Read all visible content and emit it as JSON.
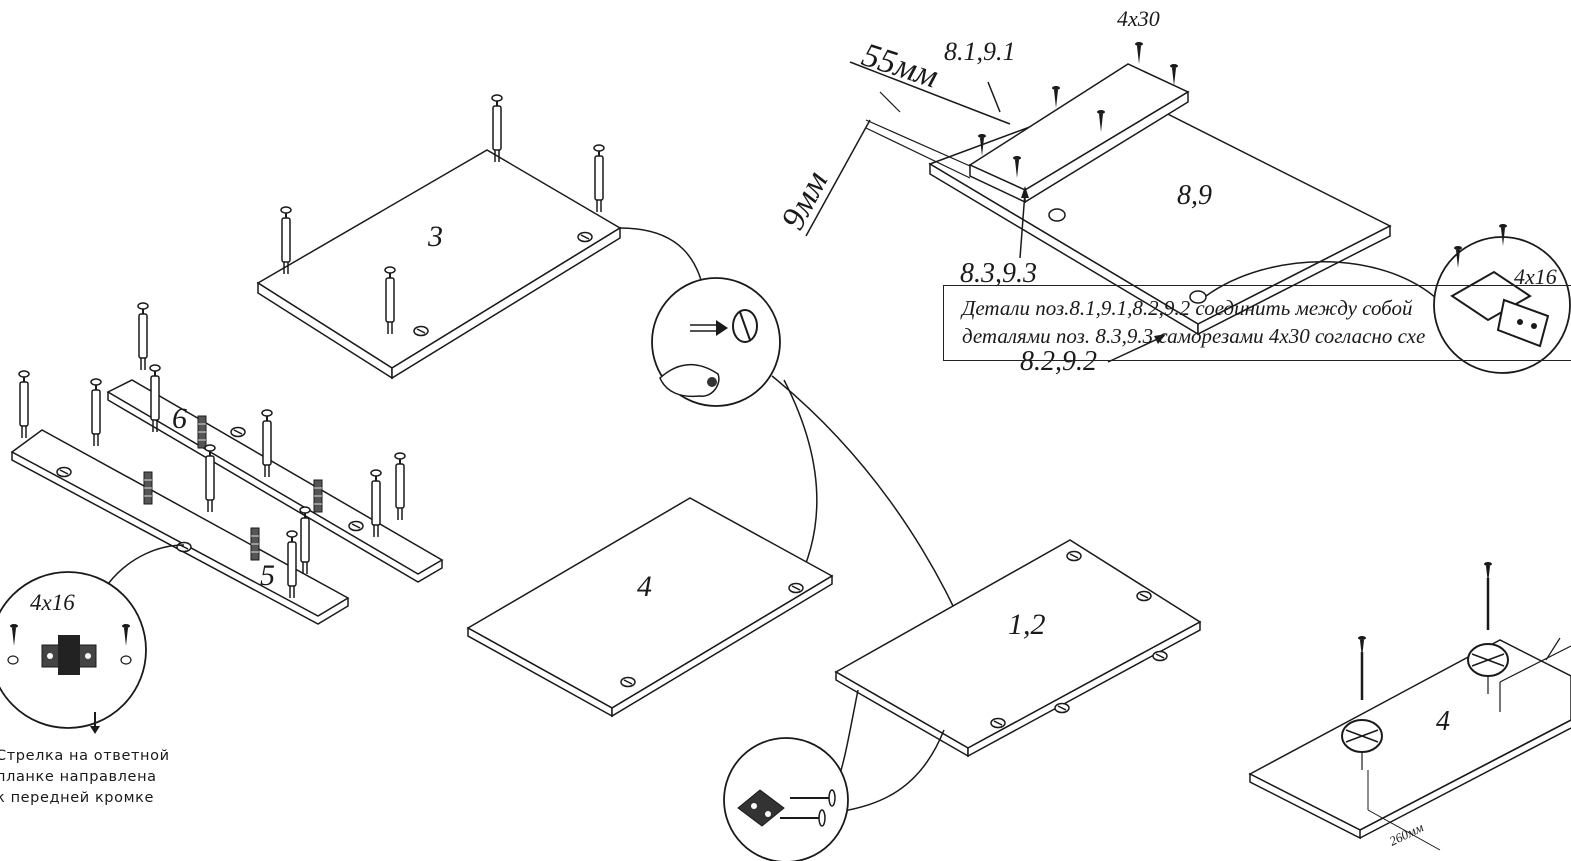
{
  "parts": {
    "part_3": "3",
    "part_6": "6",
    "part_5": "5",
    "part_4_main": "4",
    "part_1_2": "1,2",
    "part_8_9": "8,9",
    "part_4_right": "4"
  },
  "labels": {
    "screw_4x30": "4x30",
    "ref_8_1_9_1": "8.1,9.1",
    "dim_55mm": "55мм",
    "dim_9mm": "9мм",
    "ref_8_3_9_3": "8.3,9.3",
    "ref_8_2_9_2": "8.2,9.2",
    "screw_4x16_right": "4x16",
    "screw_4x16_left": "4x16",
    "dim_260mm": "260мм"
  },
  "note": {
    "line1": "Детали поз.8.1,9.1,8.2,9.2 соединить между собой",
    "line2": "деталями поз. 8.3,9.3 саморезами 4х30 согласно схе"
  },
  "hand_note": {
    "line1": "Стрелка на ответной",
    "line2": "планке направлена",
    "line3": "к передней кромке"
  },
  "colors": {
    "line": "#1a1a1a",
    "background": "#ffffff"
  }
}
